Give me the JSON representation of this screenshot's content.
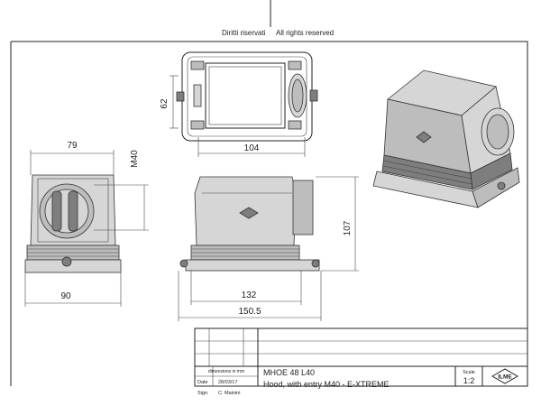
{
  "header": {
    "rights_it": "Diritti riservati",
    "rights_en": "All rights reserved"
  },
  "dimensions": {
    "top_height": "62",
    "top_width": "104",
    "front_width_top": "79",
    "front_thread": "M40",
    "front_width_bottom": "90",
    "side_height": "107",
    "side_width_inner": "132",
    "side_width_outer": "150.5"
  },
  "title_block": {
    "dimensions_note": "dimensions in mm",
    "date_label": "Date",
    "date_value": "28/03/17",
    "sign_label": "Sign.",
    "sign_value": "C. Mainini",
    "part_code": "MHOE 48 L40",
    "description": "Hood, with  entry M40 - E-XTREME",
    "scale_label": "Scale",
    "scale_value": "1:2",
    "logo_text": "ILME"
  }
}
